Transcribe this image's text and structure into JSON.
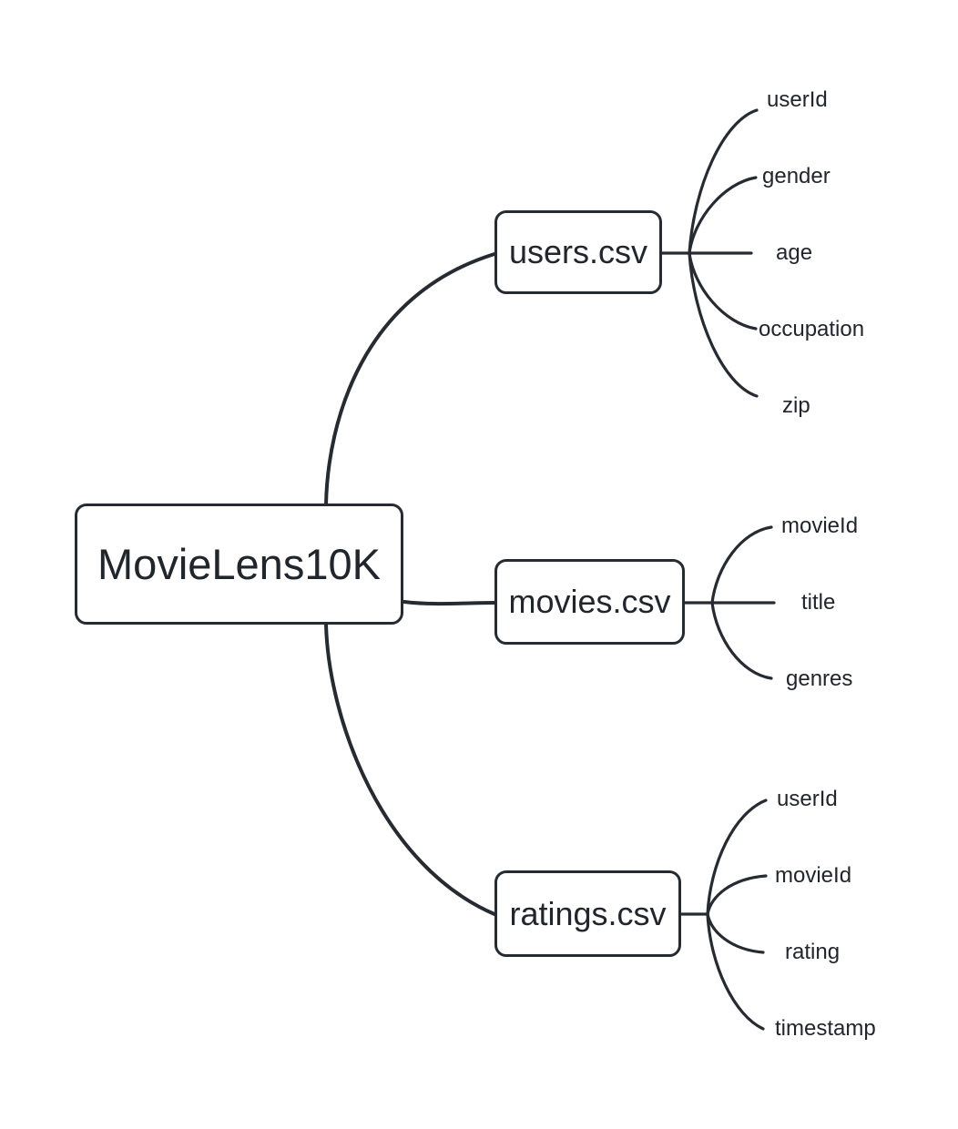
{
  "colors": {
    "stroke": "#262b32",
    "text": "#21262d",
    "background": "#ffffff"
  },
  "root": {
    "label": "MovieLens10K"
  },
  "branches": [
    {
      "label": "users.csv",
      "children": [
        "userId",
        "gender",
        "age",
        "occupation",
        "zip"
      ]
    },
    {
      "label": "movies.csv",
      "children": [
        "movieId",
        "title",
        "genres"
      ]
    },
    {
      "label": "ratings.csv",
      "children": [
        "userId",
        "movieId",
        "rating",
        "timestamp"
      ]
    }
  ]
}
